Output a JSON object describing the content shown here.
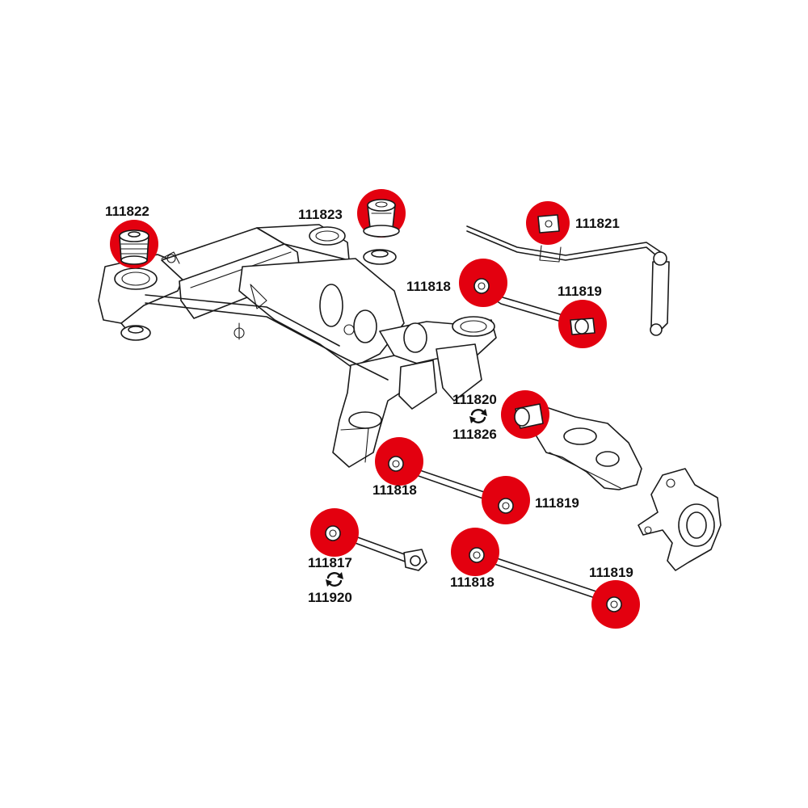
{
  "colors": {
    "marker": "#e3000f",
    "line": "#1a1a1a",
    "background": "#ffffff"
  },
  "labels": {
    "l111822": "111822",
    "l111823": "111823",
    "l111821": "111821",
    "l111818_top": "111818",
    "l111819_top": "111819",
    "l111820": "111820",
    "l111826": "111826",
    "l111818_mid": "111818",
    "l111819_mid": "111819",
    "l111817": "111817",
    "l111920": "111920",
    "l111818_bot": "111818",
    "l111819_bot": "111819"
  },
  "icons": {
    "swap": "swap-arrows-icon"
  }
}
